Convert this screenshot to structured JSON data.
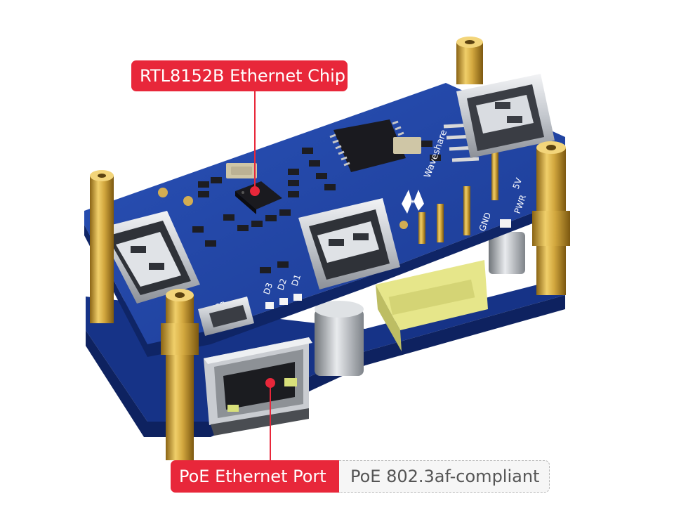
{
  "callouts": {
    "chip_label": "RTL8152B Ethernet Chip",
    "port_label": "PoE Ethernet Port",
    "port_note": "PoE 802.3af-compliant"
  },
  "board": {
    "brand_mark": "Waveshare",
    "silkscreen": {
      "pwr": "PWR",
      "five_v": "5V",
      "gnd": "GND",
      "usb": "USB",
      "d1": "D1",
      "d2": "D2",
      "d3": "D3"
    }
  },
  "colors": {
    "callout_red": "#e8273a",
    "pcb_blue": "#1f3f9a",
    "pcb_blue_dark": "#142a6b",
    "brass": "#c99a2e",
    "usb_silver": "#c9ccd1",
    "note_bg": "#f6f6f6"
  }
}
